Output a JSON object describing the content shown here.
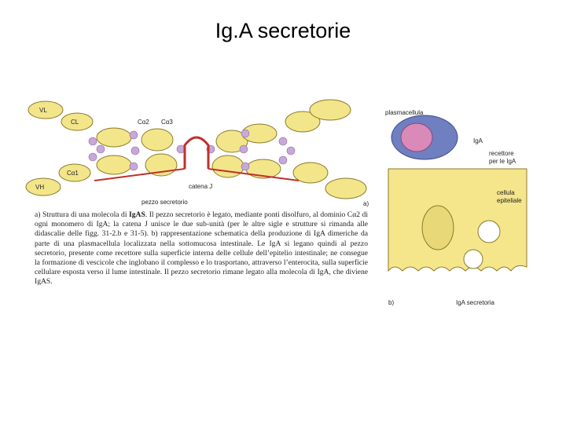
{
  "slide": {
    "title": "Ig.A secretorie"
  },
  "panel_a": {
    "labels": {
      "vl": "VL",
      "cl": "CL",
      "ca2": "Cα2",
      "ca3": "Cα3",
      "ca1": "Cα1",
      "vh": "VH",
      "catena_j": "catena J",
      "pezzo_secretorio": "pezzo secretorio",
      "panel_tag": "a)"
    },
    "caption": {
      "p1": "a) Struttura di una molecola di ",
      "p1_bold": "IgAS",
      "p2": ". Il pezzo secretorio è legato, mediante ponti disolfuro, al dominio Cα2 di ogni monomero di IgA; la catena J unisce le due sub-unità (per le altre sigle e strutture si rimanda alle didascalie delle figg. 31-2.b e 31-5). b) rappresentazione schematica della produzione di IgA dimeriche da parte di una plasmacellula localizzata nella sottomucosa intestinale. Le IgA si legano quindi al pezzo secretorio, presente come recettore sulla superficie interna delle cellule dell’epitelio intestinale; ne consegue la formazione di vescicole che inglobano il complesso e lo trasportano, attraverso l’enterocita, sulla superficie cellulare esposta verso il lume intestinale. Il pezzo secretorio rimane legato alla molecola di IgA, che diviene IgAS."
    }
  },
  "panel_b": {
    "labels": {
      "plasmacellula": "plasmacellula",
      "iga": "IgA",
      "recettore_1": "recettore",
      "recettore_2": "per le IgA",
      "cellula_1": "cellula",
      "cellula_2": "epiteliale",
      "iga_secretoria": "IgA secretoria",
      "panel_tag": "b)"
    }
  },
  "colors": {
    "domain_fill": "#f3e68a",
    "domain_stroke": "#8a7a2a",
    "dot_fill": "#c8a8d8",
    "link_red": "#c0302a",
    "cell_fill": "#f5e68c",
    "plasma_blue": "#6f7fc0",
    "nucleus_pink": "#d98ab8"
  }
}
